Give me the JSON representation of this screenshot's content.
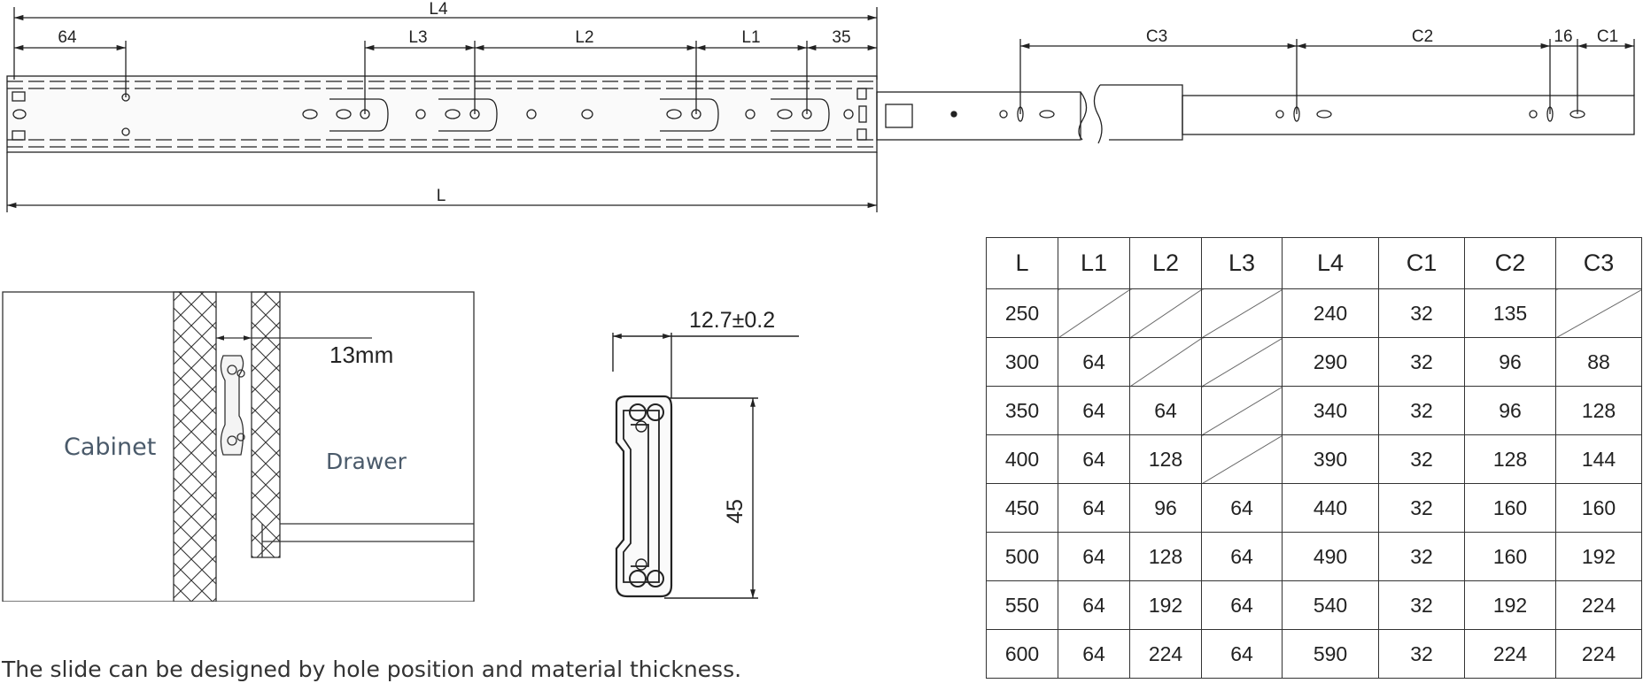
{
  "slide_labels": {
    "L4": "L4",
    "L": "L",
    "L1": "L1",
    "L2": "L2",
    "L3": "L3",
    "d64": "64",
    "d35": "35",
    "C1": "C1",
    "C2": "C2",
    "C3": "C3",
    "d16": "16"
  },
  "section": {
    "cabinet": "Cabinet",
    "drawer": "Drawer",
    "gap": "13mm"
  },
  "profile": {
    "thickness": "12.7±0.2",
    "height": "45"
  },
  "caption": "The slide can be designed by hole position and material thickness.",
  "table": {
    "headers": [
      "L",
      "L1",
      "L2",
      "L3",
      "L4",
      "C1",
      "C2",
      "C3"
    ],
    "rows": [
      [
        "250",
        "",
        "",
        "",
        "240",
        "32",
        "135",
        ""
      ],
      [
        "300",
        "64",
        "",
        "",
        "290",
        "32",
        "96",
        "88"
      ],
      [
        "350",
        "64",
        "64",
        "",
        "340",
        "32",
        "96",
        "128"
      ],
      [
        "400",
        "64",
        "128",
        "",
        "390",
        "32",
        "128",
        "144"
      ],
      [
        "450",
        "64",
        "96",
        "64",
        "440",
        "32",
        "160",
        "160"
      ],
      [
        "500",
        "64",
        "128",
        "64",
        "490",
        "32",
        "160",
        "192"
      ],
      [
        "550",
        "64",
        "192",
        "64",
        "540",
        "32",
        "192",
        "224"
      ],
      [
        "600",
        "64",
        "224",
        "64",
        "590",
        "32",
        "224",
        "224"
      ]
    ]
  }
}
